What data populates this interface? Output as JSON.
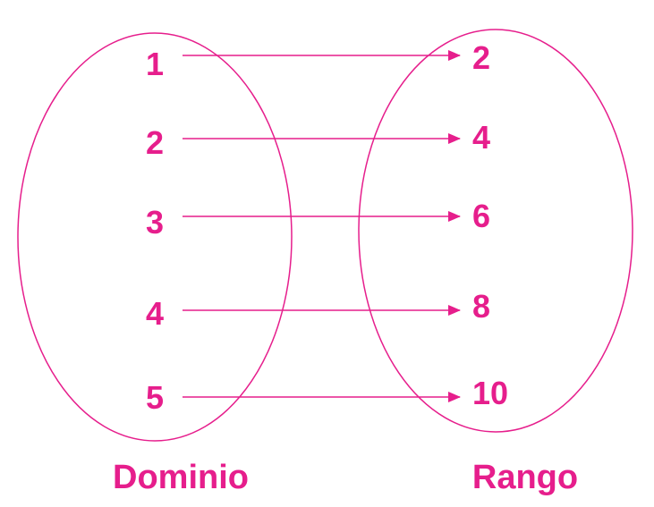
{
  "colors": {
    "accent": "#E61E8C"
  },
  "domain": {
    "label": "Dominio",
    "items": [
      "1",
      "2",
      "3",
      "4",
      "5"
    ]
  },
  "range": {
    "label": "Rango",
    "items": [
      "2",
      "4",
      "6",
      "8",
      "10"
    ]
  },
  "mappings": [
    {
      "from": "1",
      "to": "2"
    },
    {
      "from": "2",
      "to": "4"
    },
    {
      "from": "3",
      "to": "6"
    },
    {
      "from": "4",
      "to": "8"
    },
    {
      "from": "5",
      "to": "10"
    }
  ]
}
